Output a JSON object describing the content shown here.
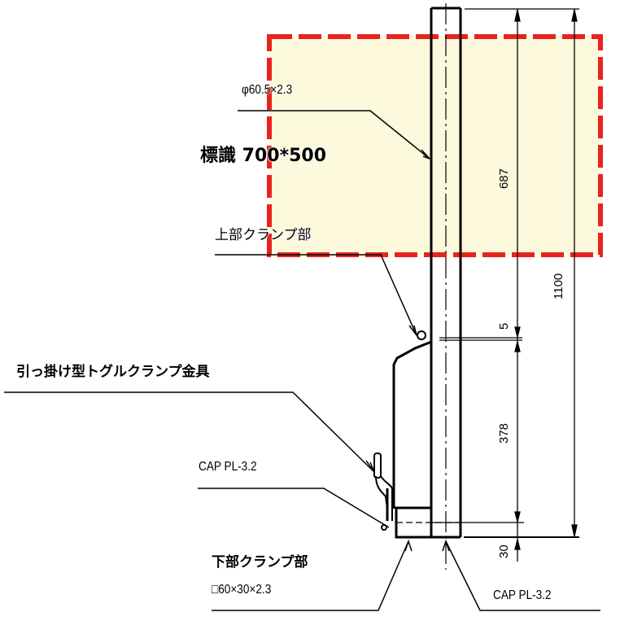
{
  "drawing": {
    "sign_label": "標識 700*500",
    "pipe_label": "φ60.5×2.3",
    "upper_clamp_label": "上部クランプ部",
    "toggle_clamp_label": "引っ掛け型トグルクランプ金具",
    "cap_left_label": "CAP PL-3.2",
    "lower_clamp_label": "下部クランプ部",
    "lower_clamp_spec": "□60×30×2.3",
    "cap_right_label": "CAP PL-3.2"
  },
  "dimensions": {
    "sign_height": "687",
    "total_height": "1100",
    "gap_upper": "5",
    "clamp_span": "378",
    "base_offset": "30"
  },
  "colors": {
    "sign_fill": "#fdf9dc",
    "sign_border": "#e8231e",
    "line": "#000000"
  }
}
